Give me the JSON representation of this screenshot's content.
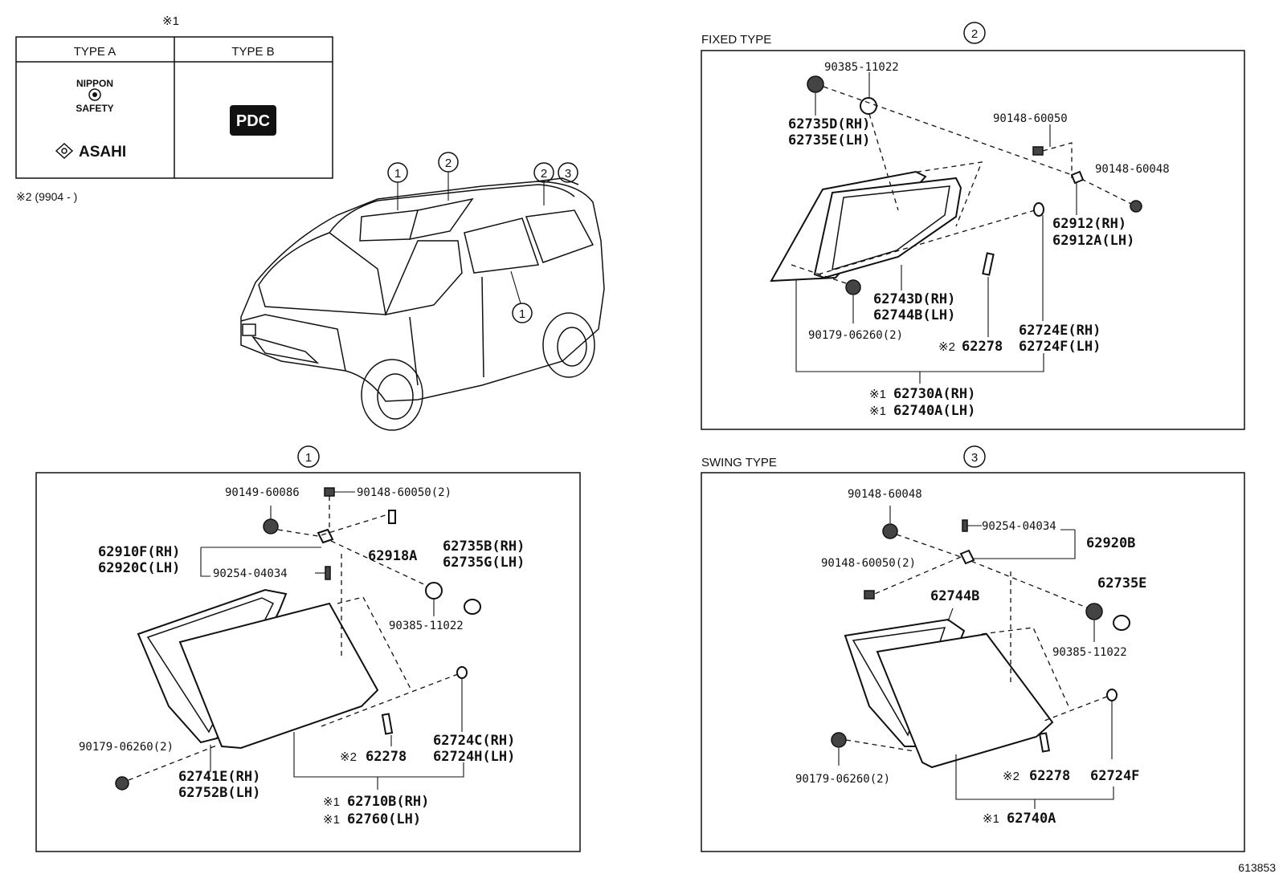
{
  "legend": {
    "note_mark": "※1",
    "type_a_header": "TYPE A",
    "type_b_header": "TYPE B",
    "nippon_text": "NIPPON",
    "safety_text": "SAFETY",
    "asahi_text": "ASAHI",
    "pdc_text": "PDC",
    "footnote": "※2 (9904 -        )"
  },
  "vehicle": {
    "callouts": [
      "1",
      "2",
      "2",
      "3",
      "1"
    ]
  },
  "panel_fixed": {
    "title": "FIXED TYPE",
    "number": "2",
    "labels": {
      "p90385_11022": "90385-11022",
      "p62735d": "62735D(RH)",
      "p62735e": "62735E(LH)",
      "p90148_60050": "90148-60050",
      "p90148_60048": "90148-60048",
      "p62912": "62912(RH)",
      "p62912a": "62912A(LH)",
      "p62743d": "62743D(RH)",
      "p62744b": "62744B(LH)",
      "p90179": "90179-06260(2)",
      "mark2": "※2",
      "p62278": "62278",
      "p62724e": "62724E(RH)",
      "p62724f": "62724F(LH)",
      "mark1a": "※1",
      "p62730a": "62730A(RH)",
      "mark1b": "※1",
      "p62740a": "62740A(LH)"
    }
  },
  "panel_one": {
    "number": "1",
    "labels": {
      "p90149": "90149-60086",
      "p90148_60050": "90148-60050(2)",
      "p62910f": "62910F(RH)",
      "p62920c": "62920C(LH)",
      "p62918a": "62918A",
      "p62735b": "62735B(RH)",
      "p62735g": "62735G(LH)",
      "p90254": "90254-04034",
      "p90385": "90385-11022",
      "p90179": "90179-06260(2)",
      "mark2": "※2",
      "p62278": "62278",
      "p62724c": "62724C(RH)",
      "p62724h": "62724H(LH)",
      "p62741e": "62741E(RH)",
      "p62752b": "62752B(LH)",
      "mark1a": "※1",
      "p62710b": "62710B(RH)",
      "mark1b": "※1",
      "p62760": "62760(LH)"
    }
  },
  "panel_swing": {
    "title": "SWING TYPE",
    "number": "3",
    "labels": {
      "p90148_60048": "90148-60048",
      "p90254": "90254-04034",
      "p62920b": "62920B",
      "p90148_60050": "90148-60050(2)",
      "p62735e": "62735E",
      "p62744b": "62744B",
      "p90385": "90385-11022",
      "p90179": "90179-06260(2)",
      "mark2": "※2",
      "p62278": "62278",
      "p62724f": "62724F",
      "mark1": "※1",
      "p62740a": "62740A"
    }
  },
  "figure_id": "613853"
}
